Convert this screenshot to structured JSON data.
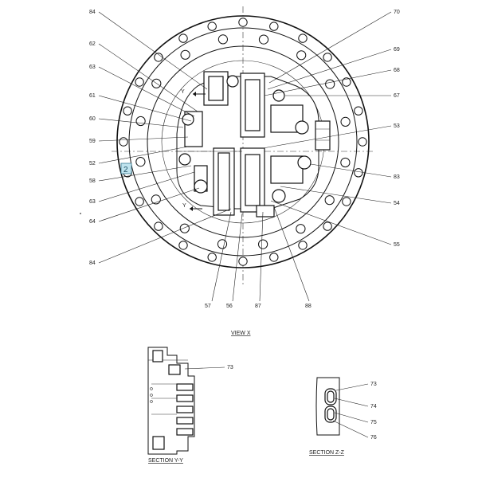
{
  "title_view": "VIEW  X",
  "title_section_yy": "SECTION  Y-Y",
  "title_section_zz": "SECTION  Z-Z",
  "marker": "2",
  "section_marks": {
    "y_top": "Y",
    "y_bottom": "Y"
  },
  "callouts": {
    "c84a": "84",
    "c70": "70",
    "c62": "62",
    "c69": "69",
    "c63a": "63",
    "c68": "68",
    "c61": "61",
    "c67": "67",
    "c60": "60",
    "c53": "53",
    "c59": "59",
    "c52": "52",
    "c83": "83",
    "c58": "58",
    "c63b": "63",
    "c54": "54",
    "c64": "64",
    "c55": "55",
    "c84b": "84",
    "c57": "57",
    "c56": "56",
    "c87": "87",
    "c88": "88",
    "c73a": "73",
    "c73b": "73",
    "c74": "74",
    "c75": "75",
    "c76": "76"
  }
}
